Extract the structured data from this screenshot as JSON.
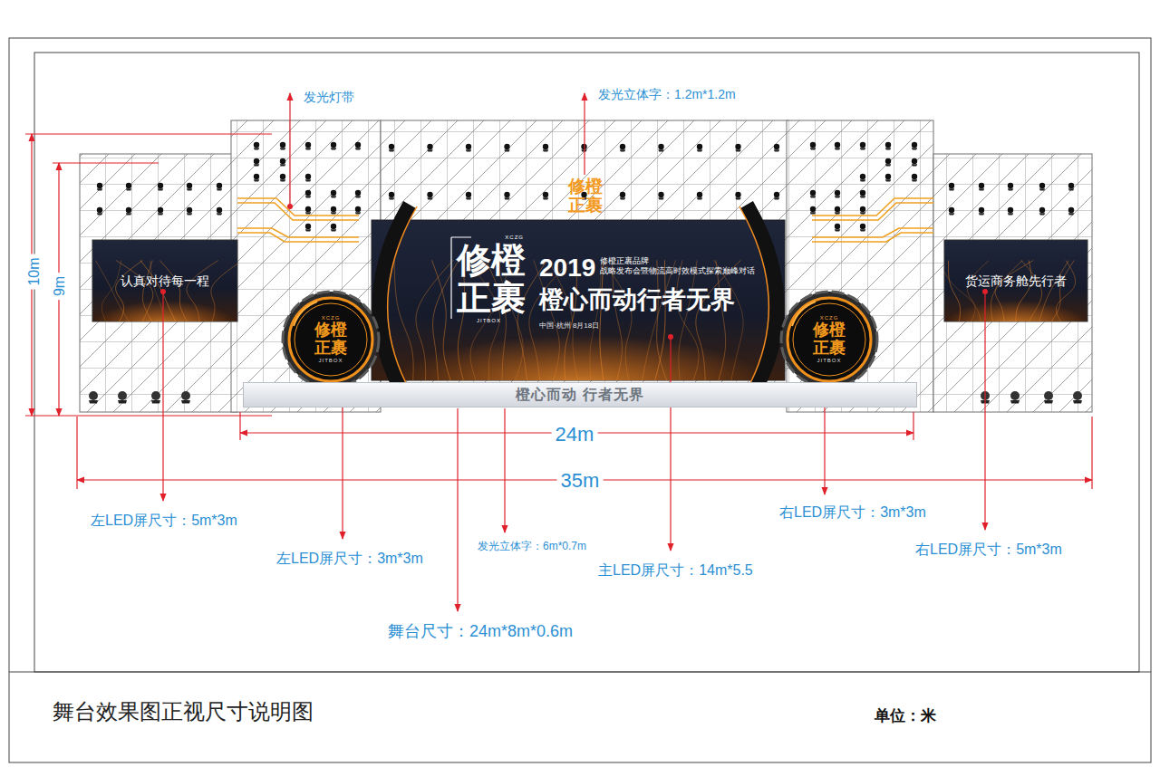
{
  "diagram": {
    "title": "舞台效果图正视尺寸说明图",
    "nodes": [
      {
        "text": [
          "认真对待每一程"
        ]
      },
      {
        "text": [
          "2019",
          "修橙正裹品牌 战略发布会暨物流高时效模式探索巅峰对话",
          "橙心而动行者无界",
          "中国·杭州 8月18日"
        ]
      },
      {
        "text": [
          "XCZG",
          "修橙正裹",
          "JITBOX"
        ],
        "in": 1
      },
      {
        "text": [
          "货运商务舱先行者"
        ]
      },
      {
        "text": [
          "XCZG",
          "修橙正裹",
          "JITBOX"
        ]
      },
      {
        "text": [
          "XCZG",
          "修橙正裹",
          "JITBOX"
        ]
      },
      {
        "text": [
          "橙心而动 行者无界"
        ]
      }
    ],
    "labels": [
      "发光灯带",
      "发光立体字：1.2m*1.2m",
      "修橙正裹",
      "10m",
      "9m",
      "24m",
      "35m",
      "左LED屏尺寸：5m*3m",
      "左LED屏尺寸：3m*3m",
      "发光立体字：6m*0.7m",
      "主LED屏尺寸：14m*5.5",
      "舞台尺寸：24m*8m*0.6m",
      "右LED屏尺寸：3m*3m",
      "右LED屏尺寸：5m*3m",
      "单位：米"
    ]
  }
}
